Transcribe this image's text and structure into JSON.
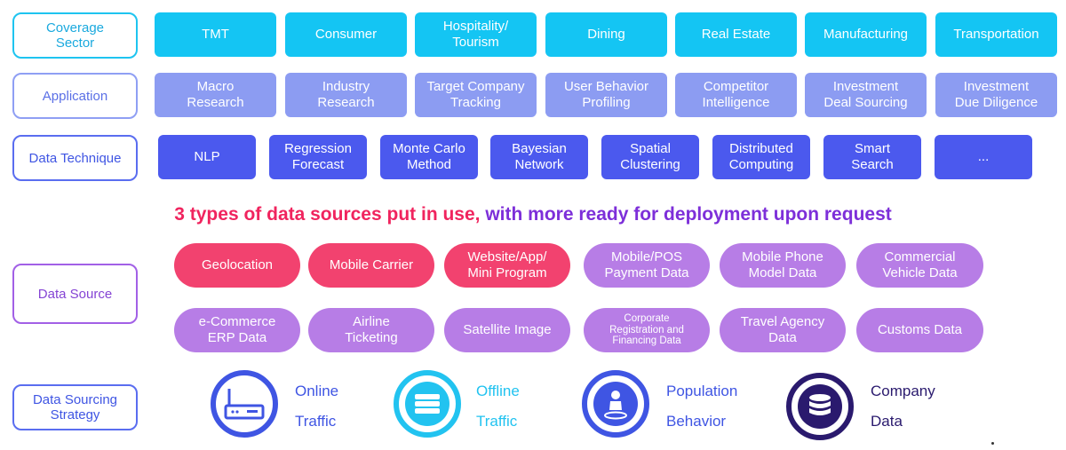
{
  "row_labels": {
    "coverage": "Coverage\nSector",
    "application": "Application",
    "technique": "Data Technique",
    "source": "Data Source",
    "strategy": "Data Sourcing\nStrategy"
  },
  "coverage_sectors": [
    "TMT",
    "Consumer",
    "Hospitality/\nTourism",
    "Dining",
    "Real Estate",
    "Manufacturing",
    "Transportation"
  ],
  "applications": [
    "Macro\nResearch",
    "Industry\nResearch",
    "Target Company\nTracking",
    "User Behavior\nProfiling",
    "Competitor\nIntelligence",
    "Investment\nDeal Sourcing",
    "Investment\nDue Diligence"
  ],
  "techniques": [
    "NLP",
    "Regression\nForecast",
    "Monte Carlo\nMethod",
    "Bayesian\nNetwork",
    "Spatial\nClustering",
    "Distributed\nComputing",
    "Smart\nSearch",
    "..."
  ],
  "headline": {
    "part1": "3 types of data sources put in use,",
    "part2": " with more ready for deployment upon request"
  },
  "data_sources_row1": [
    "Geolocation",
    "Mobile Carrier",
    "Website/App/\nMini Program",
    "Mobile/POS\nPayment Data",
    "Mobile Phone\nModel Data",
    "Commercial\nVehicle Data"
  ],
  "data_sources_row2": [
    "e-Commerce\nERP Data",
    "Airline\nTicketing",
    "Satellite Image",
    "Corporate\nRegistration and\nFinancing Data",
    "Travel Agency\nData",
    "Customs Data"
  ],
  "strategies": [
    {
      "line1": "Online",
      "line2": "Traffic",
      "icon": "router-icon",
      "color": "#3f55e3"
    },
    {
      "line1": "Offline",
      "line2": "Traffic",
      "icon": "stack-layers-icon",
      "color": "#22c3f0"
    },
    {
      "line1": "Population",
      "line2": "Behavior",
      "icon": "person-pin-icon",
      "color": "#3f55e3"
    },
    {
      "line1": "Company",
      "line2": "Data",
      "icon": "database-icon",
      "color": "#2a1a6e"
    }
  ],
  "colors": {
    "coverage": "#14c5f3",
    "application": "#8c9cf2",
    "technique": "#4b59ee",
    "source_pink": "#f2426f",
    "source_purple": "#b77de6",
    "headline_pink": "#f0245e",
    "headline_purple": "#7d2fd9"
  }
}
